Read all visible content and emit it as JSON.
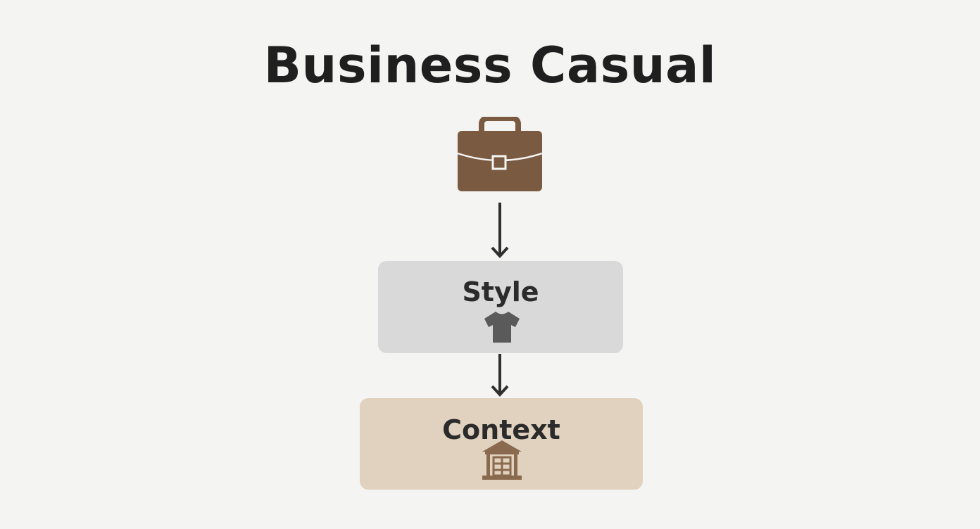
{
  "title": "Business Casual",
  "nodes": [
    {
      "label": "Style",
      "icon": "tshirt-icon",
      "color": "#d9d9d9"
    },
    {
      "label": "Context",
      "icon": "building-icon",
      "color": "#e0d2be"
    }
  ],
  "top_icon": "briefcase-icon",
  "colors": {
    "briefcase": "#7a5a41",
    "shirt": "#5a5a5a",
    "building": "#8a6a4e",
    "arrow": "#2f2f2f"
  }
}
